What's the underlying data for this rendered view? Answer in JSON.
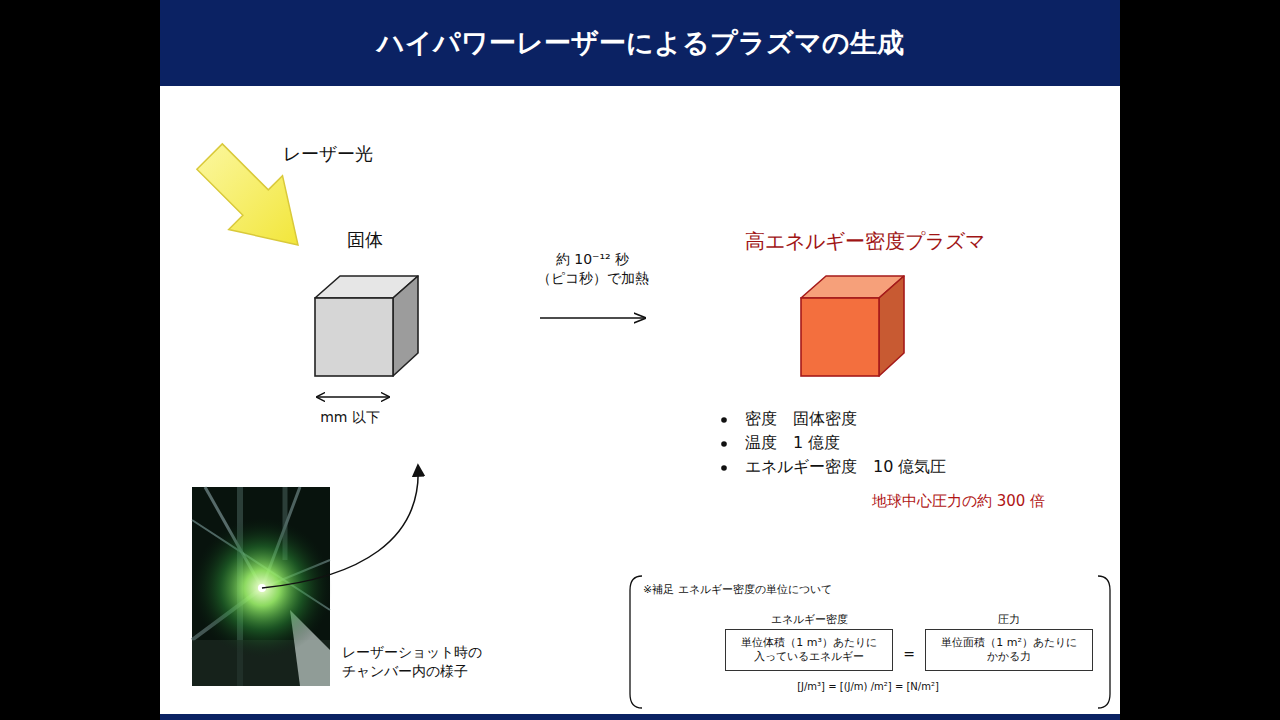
{
  "diagram": {
    "title": "ハイパワーレーザーによるプラズマの生成",
    "nodes": [
      {
        "text": [
          "固体"
        ]
      },
      {
        "text": [
          "高エネルギー密度プラズマ"
        ]
      },
      {
        "text": [
          "エネルギー密度",
          "単位体積（1 m³）あたりに 入っているエネルギー"
        ]
      },
      {
        "text": [
          "圧力",
          "単位面積（1 m²）あたりに かかる力"
        ]
      }
    ],
    "edges": [
      {
        "from": 0,
        "to": 1,
        "arrow": "to",
        "label": "約 10⁻¹² 秒 （ピコ秒）で加熱"
      }
    ],
    "labels": [
      "レーザー光",
      "mm 以下",
      "密度　固体密度",
      "温度　1 億度",
      "エネルギー密度　10 億気圧",
      "地球中心圧力の約 300 倍",
      "レーザーショット時の チャンバー内の様子",
      "※補足 エネルギー密度の単位について",
      "=",
      "[J/m³] = [(J/m) /m²] = [N/m²]"
    ]
  }
}
